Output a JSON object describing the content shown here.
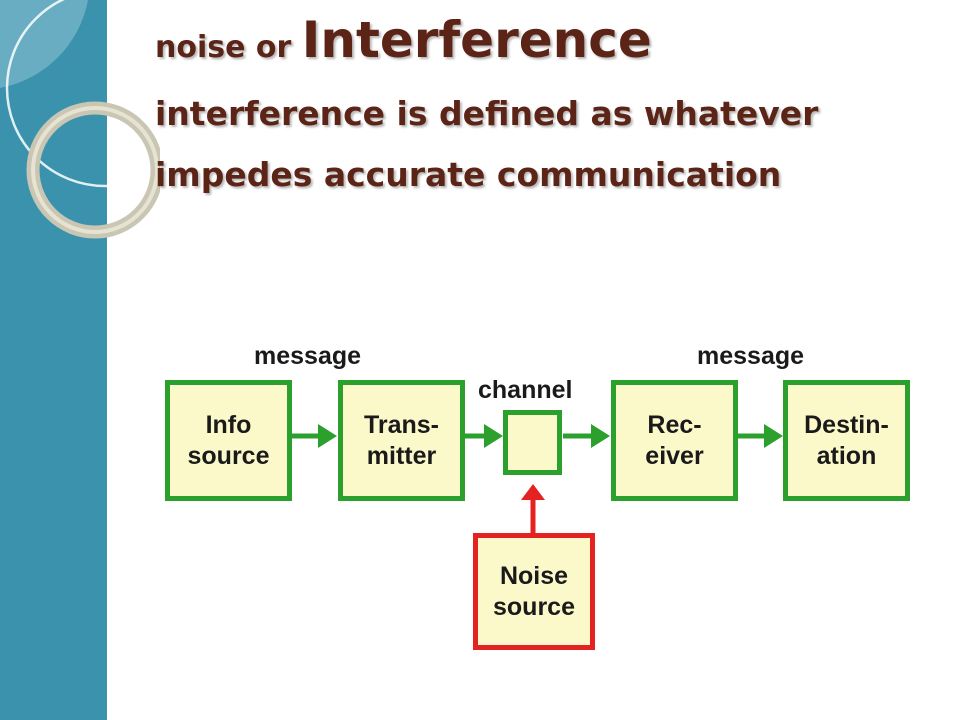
{
  "title": {
    "prefix": "noise or ",
    "emphasis": "Interference",
    "line2": "interference is defined as whatever",
    "line3": "impedes accurate communication"
  },
  "diagram": {
    "labels": {
      "message_left": "message",
      "message_right": "message",
      "channel": "channel"
    },
    "boxes": [
      {
        "label": "Info\nsource"
      },
      {
        "label": "Trans-\nmitter"
      },
      {
        "label": "Rec-\neiver"
      },
      {
        "label": "Destin-\nation"
      },
      {
        "label": "Noise\nsource"
      }
    ]
  },
  "colors": {
    "sidebar": "#3a92ad",
    "title": "#5b2416",
    "box_border": "#2ca02c",
    "box_fill": "#fbf8c9",
    "noise_border": "#e52222",
    "arrow_green": "#2ca02c",
    "arrow_red": "#e52222"
  }
}
